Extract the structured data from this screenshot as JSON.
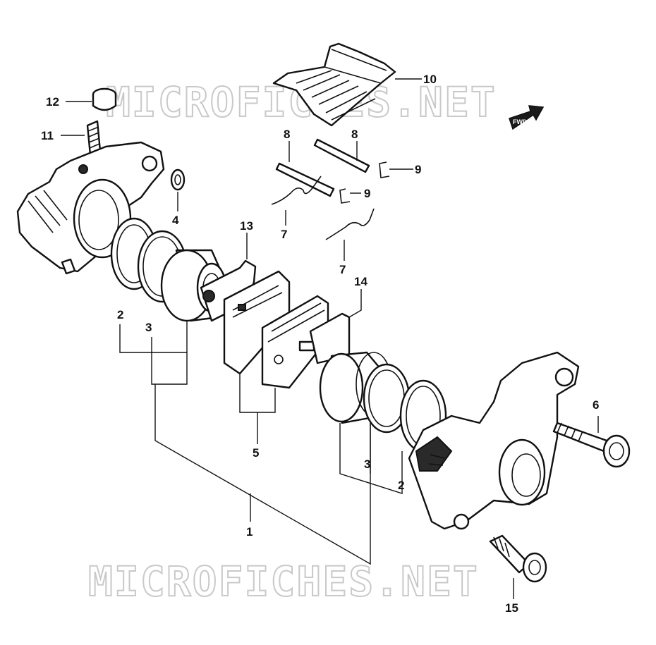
{
  "watermark": {
    "top": "MICROFICHES.NET",
    "bottom": "MICROFICHES.NET"
  },
  "fwd_arrow": {
    "label": "FWD",
    "icon": "direction-arrow-icon"
  },
  "callouts": {
    "n1": "1",
    "n2a": "2",
    "n2b": "2",
    "n3a": "3",
    "n3b": "3",
    "n4": "4",
    "n5": "5",
    "n6": "6",
    "n7a": "7",
    "n7b": "7",
    "n8a": "8",
    "n8b": "8",
    "n9a": "9",
    "n9b": "9",
    "n10": "10",
    "n11": "11",
    "n12": "12",
    "n13": "13",
    "n14": "14",
    "n15": "15"
  },
  "colors": {
    "line": "#111111",
    "watermark": "#c9c9c9",
    "background": "#ffffff"
  }
}
